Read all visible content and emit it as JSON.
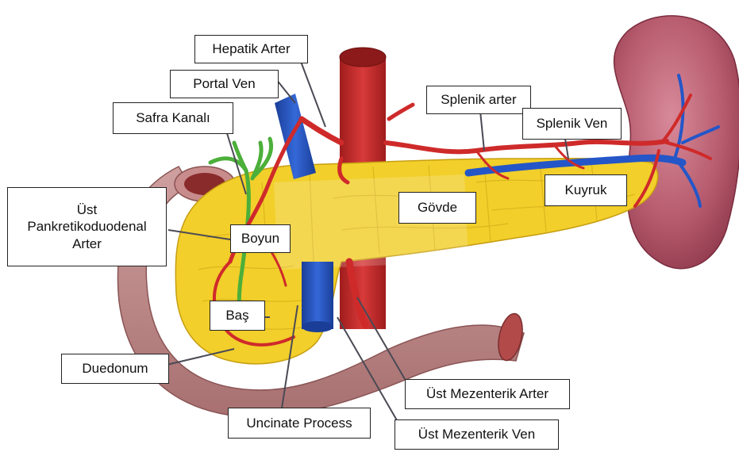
{
  "labels": {
    "hepatic_artery": "Hepatik Arter",
    "portal_vein": "Portal Ven",
    "bile_duct": "Safra Kanalı",
    "splenic_artery": "Splenik arter",
    "splenic_vein": "Splenik Ven",
    "superior_pancreaticoduodenal_artery": [
      "Üst",
      "Pankretikoduodenal",
      "Arter"
    ],
    "neck": "Boyun",
    "body": "Gövde",
    "tail": "Kuyruk",
    "head": "Baş",
    "duodenum": "Duedonum",
    "uncinate_process": "Uncinate Process",
    "superior_mesenteric_artery": "Üst Mezenterik Arter",
    "superior_mesenteric_vein": "Üst Mezenterik Ven"
  },
  "colors": {
    "pancreas": "#f2cf2a",
    "pancreas_lobule": "#d9b41c",
    "artery": "#cf2a2a",
    "vein": "#2456c8",
    "bile_duct": "#4caf3a",
    "duodenum": "#b98484",
    "spleen": "#a84a5c"
  }
}
